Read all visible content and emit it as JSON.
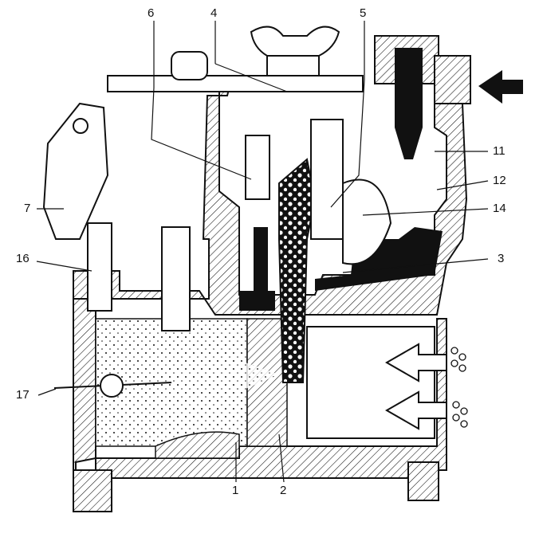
{
  "labels": {
    "l1": "1",
    "l2": "2",
    "l3": "3",
    "l4": "4",
    "l5": "5",
    "l6": "6",
    "l7": "7",
    "l11": "11",
    "l12": "12",
    "l14": "14",
    "l16": "16",
    "l17": "17"
  },
  "colors": {
    "ink": "#111111",
    "paper": "#ffffff",
    "fuel": "#111111"
  },
  "icons": {
    "inlet_arrow": "arrow-left-filled",
    "air_arrows": "arrow-left-hollow"
  }
}
